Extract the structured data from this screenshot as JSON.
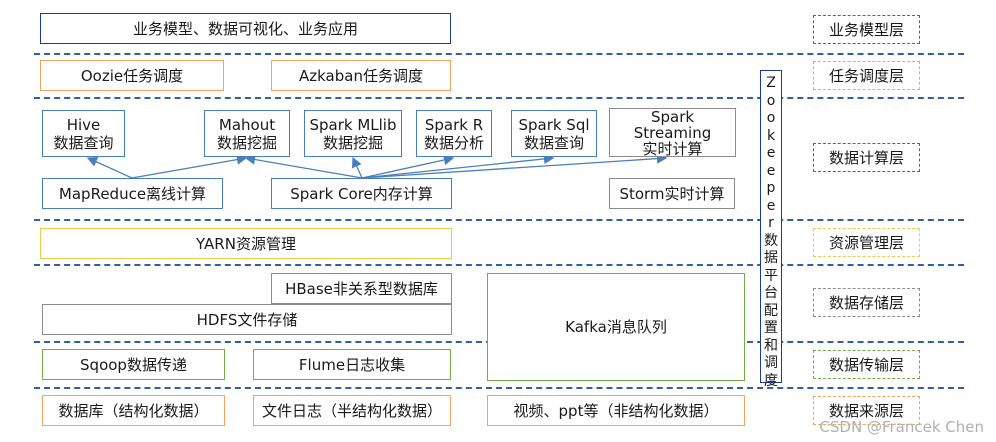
{
  "layers": {
    "business": "业务模型层",
    "task": "任务调度层",
    "compute": "数据计算层",
    "resource": "资源管理层",
    "storage": "数据存储层",
    "transfer": "数据传输层",
    "source": "数据来源层"
  },
  "business_app": "业务模型、数据可视化、业务应用",
  "scheduling": {
    "oozie": "Oozie任务调度",
    "azkaban": "Azkaban任务调度"
  },
  "compute": {
    "hive": [
      "Hive",
      "数据查询"
    ],
    "mahout": [
      "Mahout",
      "数据挖掘"
    ],
    "spark_mllib": [
      "Spark MLlib",
      "数据挖掘"
    ],
    "spark_r": [
      "Spark R",
      "数据分析"
    ],
    "spark_sql": [
      "Spark Sql",
      "数据查询"
    ],
    "spark_streaming": [
      "Spark",
      "Streaming",
      "实时计算"
    ],
    "mapreduce": "MapReduce离线计算",
    "spark_core": "Spark Core内存计算",
    "storm": "Storm实时计算"
  },
  "yarn": "YARN资源管理",
  "storage": {
    "hbase": "HBase非关系型数据库",
    "hdfs": "HDFS文件存储",
    "kafka": "Kafka消息队列"
  },
  "transfer": {
    "sqoop": "Sqoop数据传递",
    "flume": "Flume日志收集"
  },
  "sources": {
    "database": "数据库（结构化数据）",
    "file_log": "文件日志（半结构化数据）",
    "video": "视频、ppt等（非结构化数据）"
  },
  "zookeeper": [
    "Z",
    "o",
    "o",
    "k",
    "e",
    "e",
    "p",
    "e",
    "r",
    "数",
    "据",
    "平",
    "台",
    "配",
    "置",
    "和",
    "调",
    "度"
  ],
  "watermark": "CSDN @Francek Chen"
}
